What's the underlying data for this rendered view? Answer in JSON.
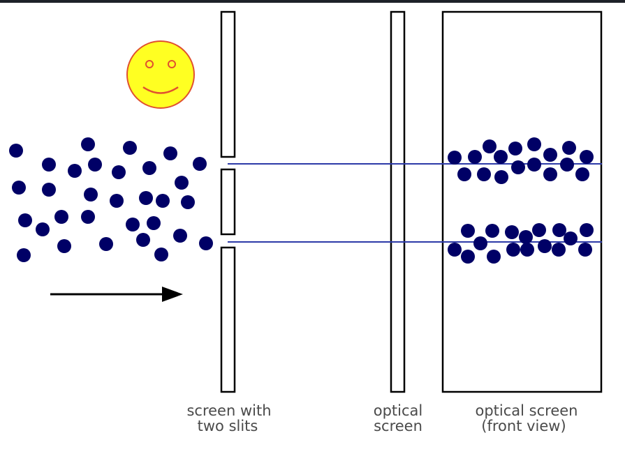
{
  "labels": {
    "screen_with_slits_line1": "screen with",
    "screen_with_slits_line2": "two slits",
    "optical_screen_line1": "optical",
    "optical_screen_line2": "screen",
    "front_view_line1": "optical screen",
    "front_view_line2": "(front view)"
  },
  "colors": {
    "particle": "#000066",
    "beam": "#2c3aa8",
    "smiley_fill": "#ffff22",
    "smiley_stroke": "#e05030",
    "outline": "#000000",
    "top_bar": "#1e2128"
  },
  "icons": {
    "smiley": "smiley-face-icon",
    "arrow": "right-arrow-icon"
  }
}
